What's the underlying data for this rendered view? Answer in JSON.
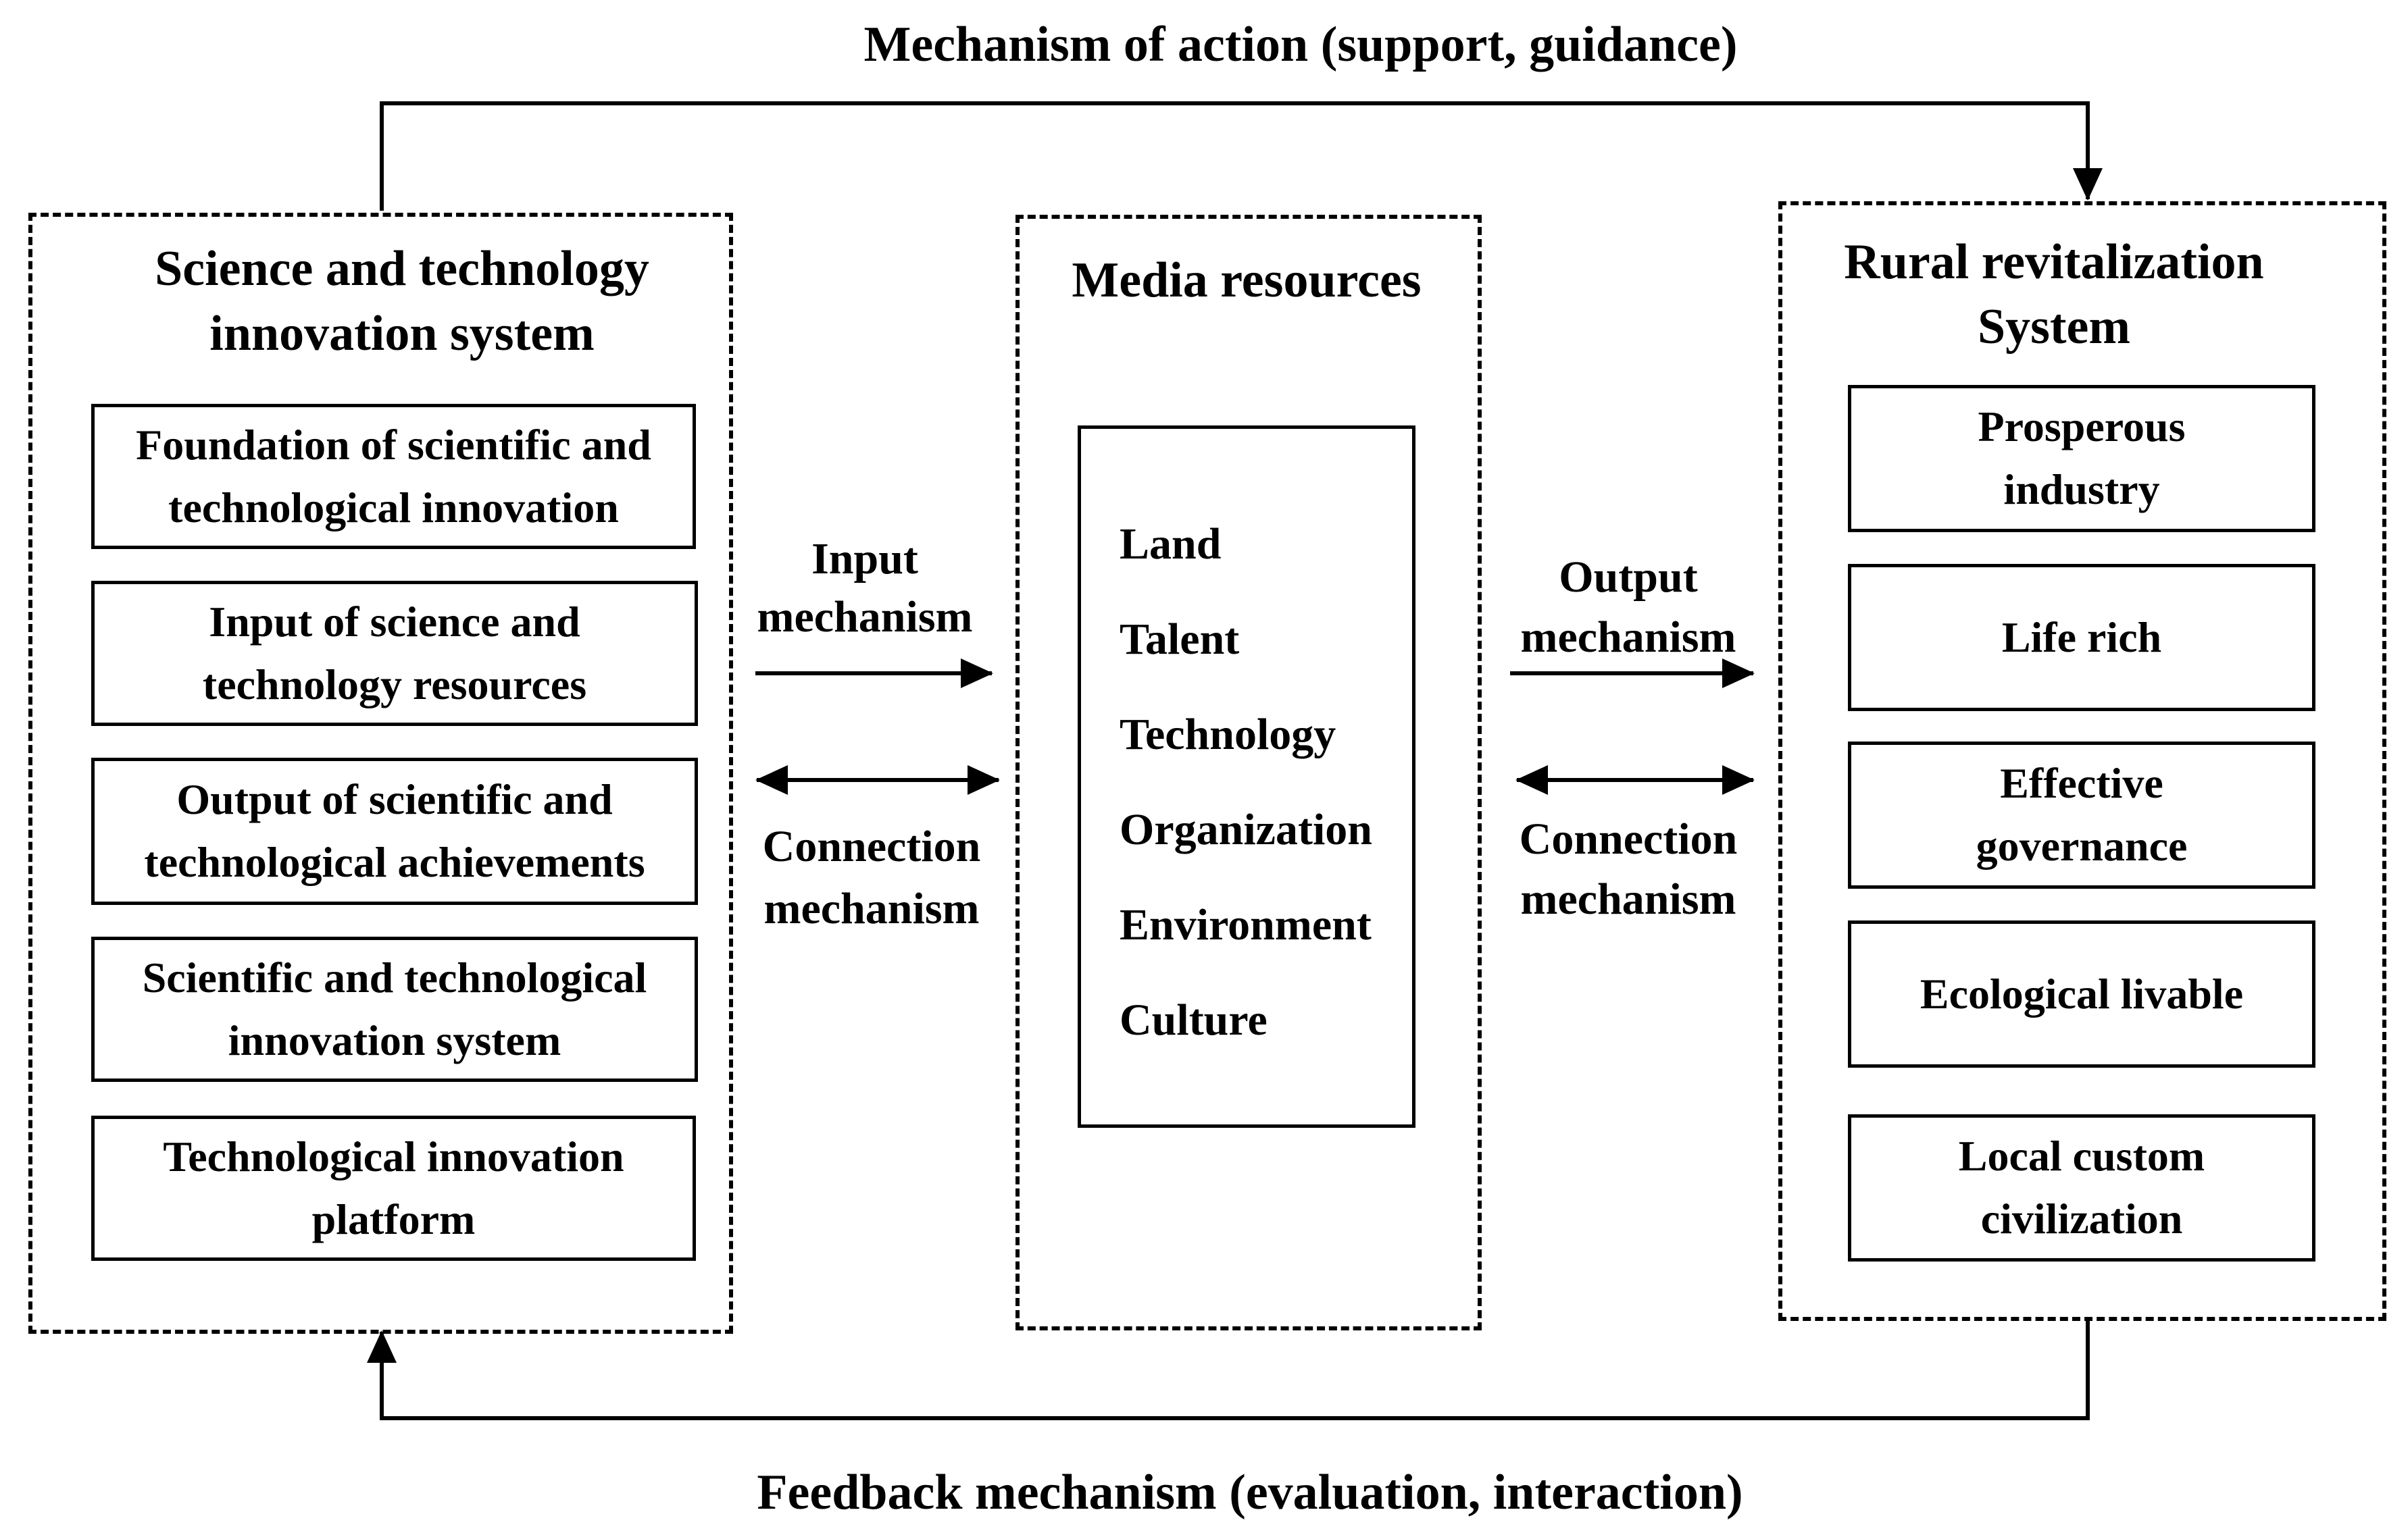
{
  "top_label": "Mechanism of action (support, guidance)",
  "bottom_label": "Feedback mechanism (evaluation, interaction)",
  "left_panel": {
    "title": "Science and technology\ninnovation system",
    "boxes": [
      "Foundation of scientific and\ntechnological innovation",
      "Input of science and\ntechnology resources",
      "Output of scientific and\ntechnological achievements",
      "Scientific and technological\ninnovation system",
      "Technological innovation\nplatform"
    ]
  },
  "middle_panel": {
    "title": "Media resources",
    "items": [
      "Land",
      "Talent",
      "Technology",
      "Organization",
      "Environment",
      "Culture"
    ]
  },
  "right_panel": {
    "title": "Rural revitalization\nSystem",
    "boxes": [
      "Prosperous\nindustry",
      "Life rich",
      "Effective\ngovernance",
      "Ecological livable",
      "Local custom\ncivilization"
    ]
  },
  "left_connectors": {
    "input_label": "Input\nmechanism",
    "connection_label": "Connection\nmechanism"
  },
  "right_connectors": {
    "output_label": "Output\nmechanism",
    "connection_label": "Connection\nmechanism"
  }
}
